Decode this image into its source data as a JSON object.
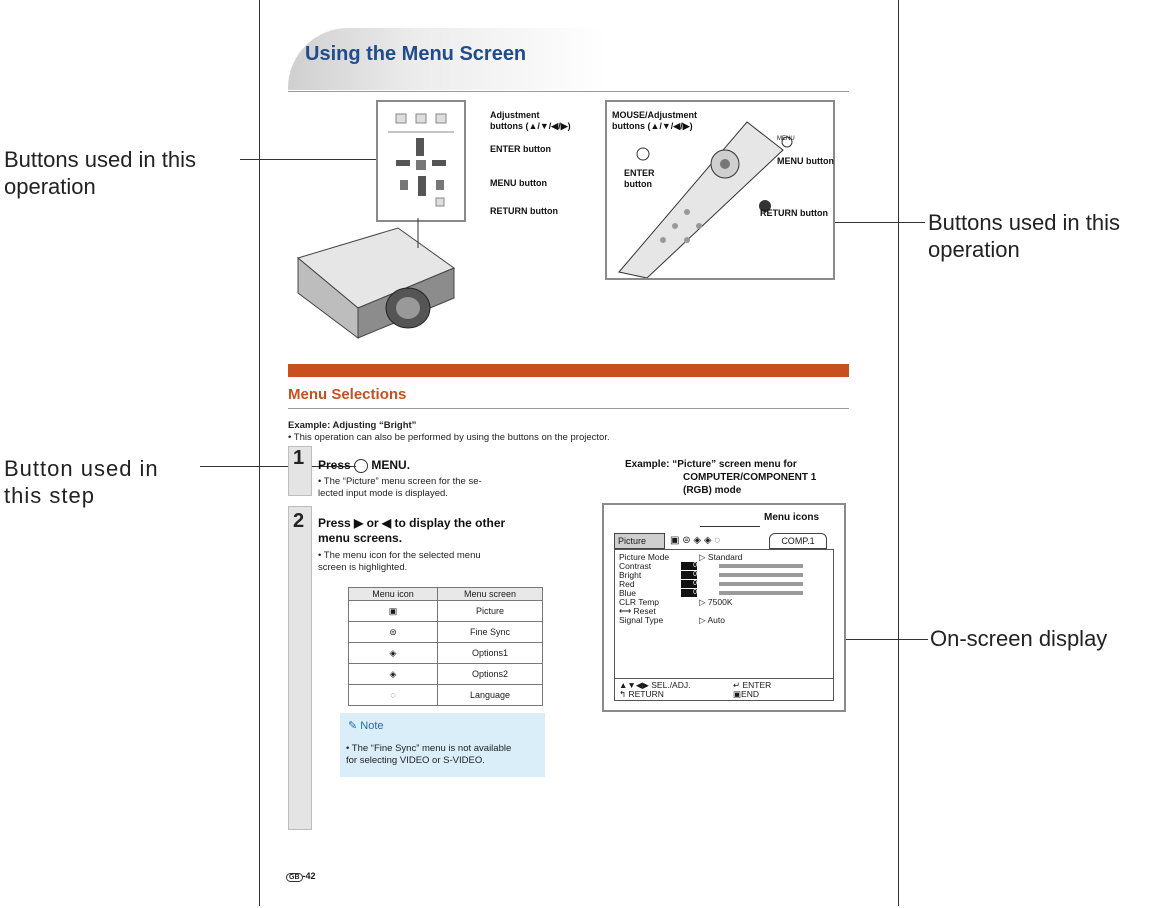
{
  "title": "Using the Menu Screen",
  "callouts": {
    "left_top": "Buttons used in this operation",
    "left_top_l1": "Buttons used in this",
    "left_top_l2": "operation",
    "right_top_l1": "Buttons used in this",
    "right_top_l2": "operation",
    "left_step_l1": "Button used in",
    "left_step_l2": "this step",
    "right_osd": "On-screen display"
  },
  "projector_labels": {
    "adjust_l1": "Adjustment",
    "adjust_l2": "buttons (▲/▼/◀/▶)",
    "enter": "ENTER button",
    "menu": "MENU button",
    "return": "RETURN button"
  },
  "remote_labels": {
    "mouse_l1": "MOUSE/Adjustment",
    "mouse_l2": "buttons (▲/▼/◀/▶)",
    "menu_small": "MENU",
    "menu": "MENU button",
    "enter_l1": "ENTER",
    "enter_l2": "button",
    "return": "RETURN button"
  },
  "section": {
    "title": "Menu Selections",
    "example_head": "Example: Adjusting “Bright”",
    "example_note": "• This operation can also be performed by using the buttons on the projector."
  },
  "step1": {
    "number": "1",
    "head_prefix": "Press",
    "head_suffix": "MENU.",
    "body_l1": "• The “Picture” menu screen for the se-",
    "body_l2": "lected input mode is displayed."
  },
  "step2": {
    "number": "2",
    "head_l1": "Press ▶ or ◀ to display the other",
    "head_l2": "menu screens.",
    "body_l1": "• The menu icon for the selected menu",
    "body_l2": "screen is highlighted."
  },
  "table": {
    "headers": [
      "Menu icon",
      "Menu screen"
    ],
    "rows": [
      "Picture",
      "Fine Sync",
      "Options1",
      "Options2",
      "Language"
    ]
  },
  "note": {
    "label": "Note",
    "body_l1": "• The “Fine Sync” menu is not available",
    "body_l2": "for selecting VIDEO or S-VIDEO."
  },
  "example_osd": {
    "head_l1": "Example: “Picture” screen menu for",
    "head_l2": "COMPUTER/COMPONENT 1",
    "head_l3": "(RGB) mode",
    "menu_icons_label": "Menu icons"
  },
  "osd": {
    "tab": "Picture",
    "input": "COMP.1",
    "rows": [
      {
        "label": "Picture Mode",
        "value": "Standard"
      },
      {
        "label": "Contrast",
        "value": "0"
      },
      {
        "label": "Bright",
        "value": "0"
      },
      {
        "label": "Red",
        "value": "0"
      },
      {
        "label": "Blue",
        "value": "0"
      },
      {
        "label": "CLR Temp",
        "value": "7500K"
      },
      {
        "label": "⟷ Reset",
        "value": ""
      },
      {
        "label": "Signal Type",
        "value": "Auto"
      }
    ],
    "footer_sel": "▲▼◀▶ SEL./ADJ.",
    "footer_enter": "↵ ENTER",
    "footer_return": "RETURN",
    "footer_end": "END"
  },
  "page_number": "-42",
  "page_region": "GB",
  "colors": {
    "accent": "#c8501f",
    "title": "#1f4c8c",
    "note_bg": "#d9eef9"
  }
}
